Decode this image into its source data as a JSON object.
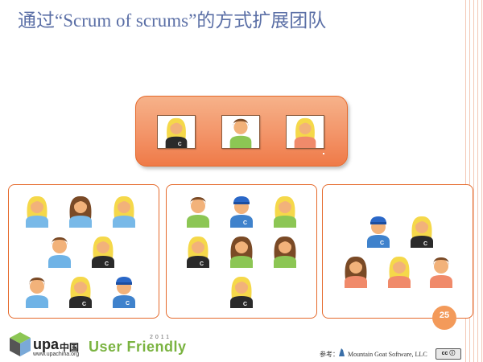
{
  "slide": {
    "title": "通过“Scrum of scrums”的方式扩展团队",
    "page_number": "25"
  },
  "footer": {
    "upa_logo_text": "upa",
    "upa_logo_cn": "中国",
    "upa_url": "www.upachina.org",
    "user_friendly": "User Friendly",
    "user_friendly_year": "2011",
    "ref_label": "参考：",
    "ref_text": "Mountain Goat Software, LLC",
    "cc_badge": "cc ⓘ"
  },
  "colors": {
    "title": "#5b6fa6",
    "accent_orange": "#e56a2c",
    "user_friendly_green": "#7ab340"
  },
  "figure_icons": [
    "blonde-person-black-shirt-icon",
    "brown-hair-person-green-shirt-icon",
    "blonde-person-red-shirt-icon",
    "person-blue-shirt-icon",
    "capped-person-blue-shirt-icon"
  ]
}
